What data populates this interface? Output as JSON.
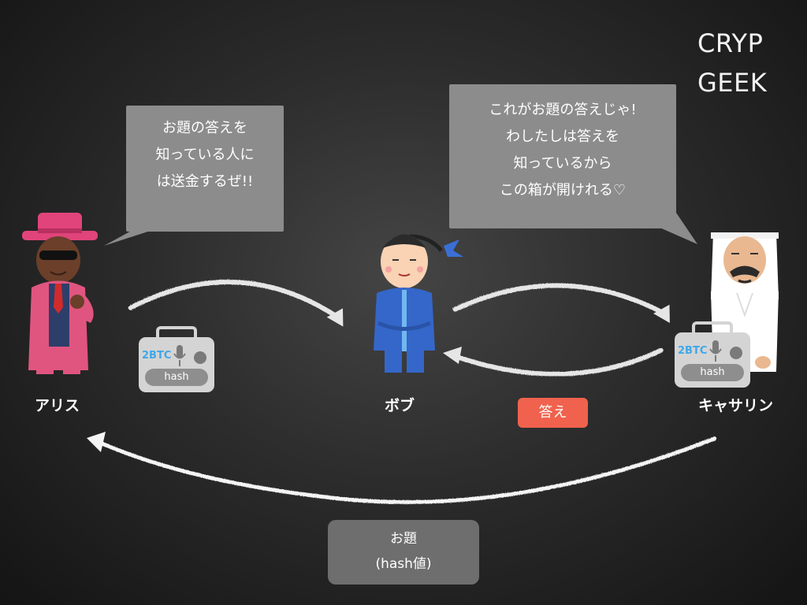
{
  "brand": {
    "line1": "CRYP",
    "line2": "GEEK"
  },
  "characters": {
    "alice": {
      "name": "アリス"
    },
    "bob": {
      "name": "ボブ"
    },
    "catherine": {
      "name": "キャサリン"
    }
  },
  "bubbles": {
    "alice": {
      "lines": [
        "お題の答えを",
        "知っている人に",
        "は送金するぜ!!"
      ]
    },
    "bob": {
      "lines": [
        "これがお題の答えじゃ!",
        "わしたしは答えを",
        "知っているから",
        "この箱が開けれる♡"
      ]
    }
  },
  "radios": {
    "left": {
      "amount": "2BTC",
      "label": "hash"
    },
    "right": {
      "amount": "2BTC",
      "label": "hash"
    }
  },
  "answer_tag": "答え",
  "riddle": {
    "line1": "お題",
    "line2": "(hash値)"
  },
  "colors": {
    "answer_tag": "#f0624d",
    "bubble": "#8c8c8c",
    "riddle_box": "#6e6e6e",
    "btc_text": "#3ea8ea"
  }
}
